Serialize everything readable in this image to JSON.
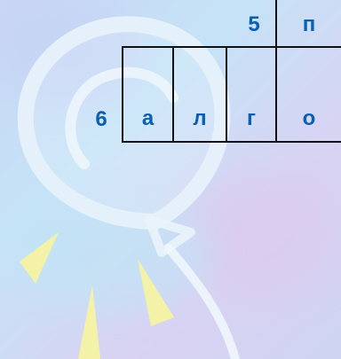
{
  "crossword": {
    "clue_5_number": "5",
    "clue_6_number": "6",
    "word_5_first_letter": "п",
    "word_6_letters": [
      "а",
      "л",
      "г",
      "о"
    ]
  },
  "colors": {
    "letter": "#0b5fb0",
    "grid_line": "#111111",
    "balloon_stroke": "#e9f3fb",
    "rays": "#f4f2a6"
  }
}
